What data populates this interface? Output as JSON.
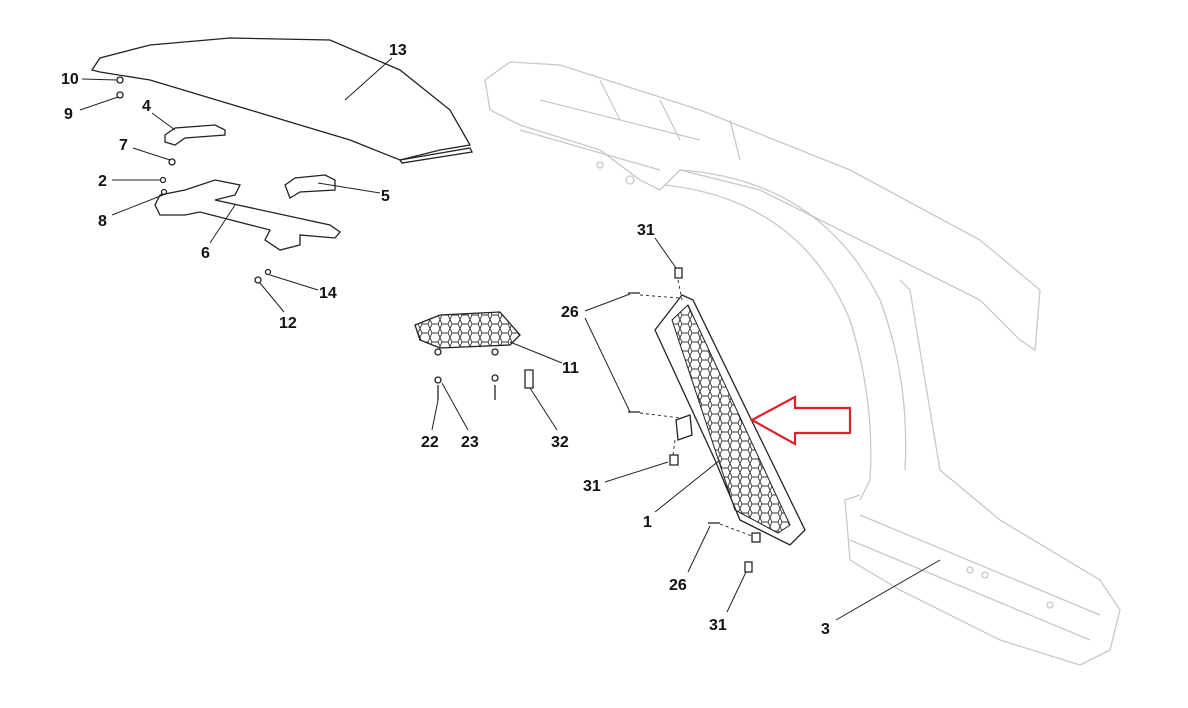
{
  "diagram": {
    "callouts": [
      {
        "id": "13",
        "text": "13"
      },
      {
        "id": "10",
        "text": "10"
      },
      {
        "id": "9",
        "text": "9"
      },
      {
        "id": "4",
        "text": "4"
      },
      {
        "id": "7",
        "text": "7"
      },
      {
        "id": "2",
        "text": "2"
      },
      {
        "id": "8",
        "text": "8"
      },
      {
        "id": "5",
        "text": "5"
      },
      {
        "id": "6",
        "text": "6"
      },
      {
        "id": "14",
        "text": "14"
      },
      {
        "id": "12",
        "text": "12"
      },
      {
        "id": "31a",
        "text": "31"
      },
      {
        "id": "26a",
        "text": "26"
      },
      {
        "id": "11",
        "text": "11"
      },
      {
        "id": "22",
        "text": "22"
      },
      {
        "id": "23",
        "text": "23"
      },
      {
        "id": "32",
        "text": "32"
      },
      {
        "id": "31b",
        "text": "31"
      },
      {
        "id": "1",
        "text": "1"
      },
      {
        "id": "26b",
        "text": "26"
      },
      {
        "id": "31c",
        "text": "31"
      },
      {
        "id": "3",
        "text": "3"
      }
    ],
    "highlight_color": "#e0202a"
  }
}
